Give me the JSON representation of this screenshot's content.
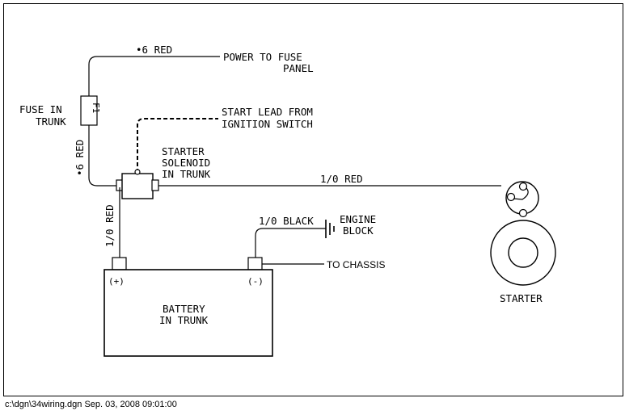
{
  "labels": {
    "fuse_wire": "•6 RED",
    "power_to_fuse_line1": "POWER TO FUSE",
    "power_to_fuse_line2": "PANEL",
    "fuse_in_trunk_line1": "FUSE IN",
    "fuse_in_trunk_line2": "TRUNK",
    "fuse_symbol": "F1",
    "start_lead_line1": "START LEAD FROM",
    "start_lead_line2": "IGNITION SWITCH",
    "vertical_6_red": "•6 RED",
    "solenoid_line1": "STARTER",
    "solenoid_line2": "SOLENOID",
    "solenoid_line3": "IN TRUNK",
    "main_cable": "1/0 RED",
    "battery_cable": "1/0 RED",
    "ground_cable": "1/0 BLACK",
    "engine_block_line1": "ENGINE",
    "engine_block_line2": "BLOCK",
    "to_chassis": "TO CHASSIS",
    "battery_pos": "(+)",
    "battery_neg": "(-)",
    "battery_line1": "BATTERY",
    "battery_line2": "IN TRUNK",
    "starter": "STARTER"
  },
  "footer": {
    "file_info": "c:\\dgn\\34wiring.dgn  Sep. 03, 2008  09:01:00"
  }
}
